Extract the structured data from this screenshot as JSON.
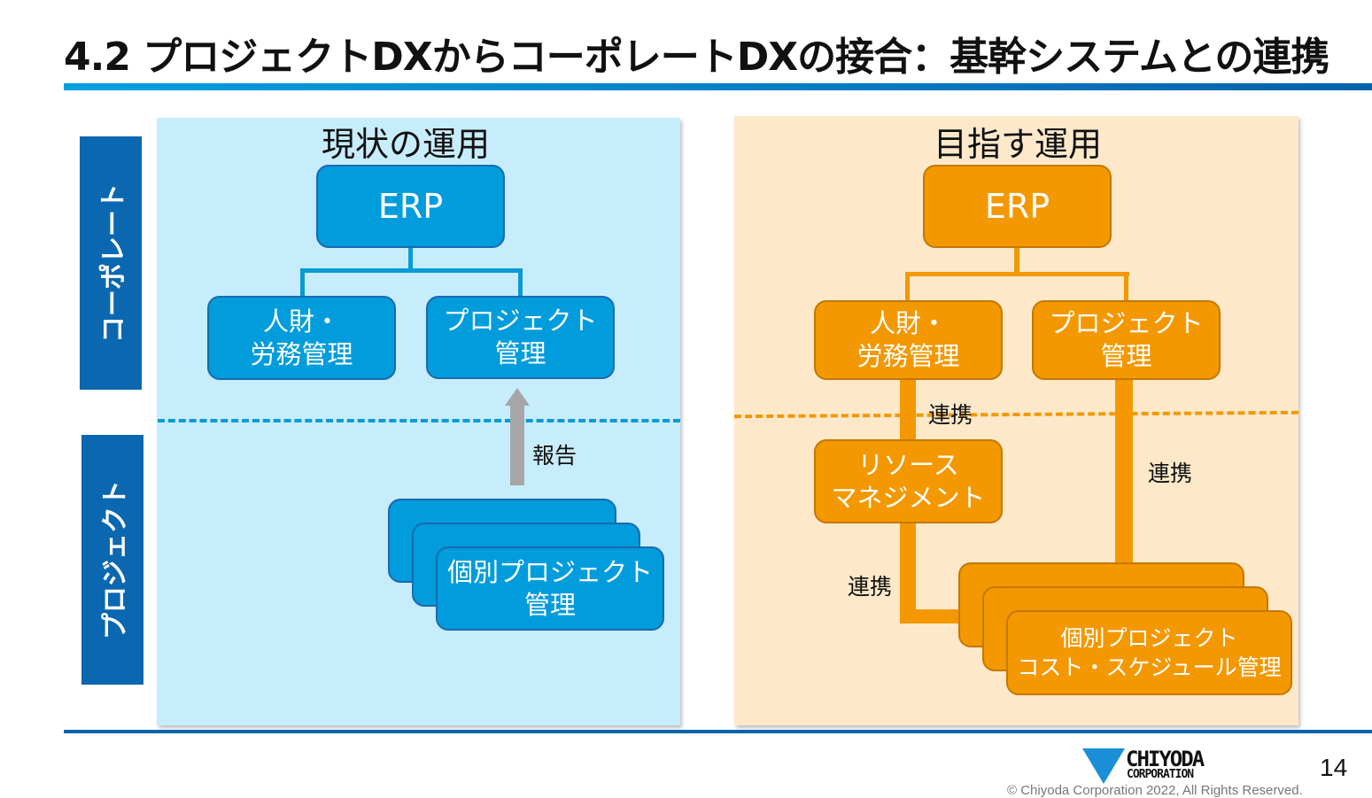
{
  "title": "4.2 プロジェクトDXからコーポレートDXの接合：基幹システムとの連携",
  "side_labels": {
    "corporate": "コーポレート",
    "project": "プロジェクト"
  },
  "current": {
    "title": "現状の運用",
    "erp": "ERP",
    "hr": "人財・\n労務管理",
    "pm": "プロジェクト\n管理",
    "report": "報告",
    "individual": "個別プロジェクト\n管理"
  },
  "target": {
    "title": "目指す運用",
    "erp": "ERP",
    "hr": "人財・\n労務管理",
    "pm": "プロジェクト\n管理",
    "resource": "リソース\nマネジメント",
    "individual": "個別プロジェクト\nコスト・スケジュール管理",
    "link": "連携"
  },
  "footer": {
    "logo_name": "CHIYODA",
    "logo_sub": "CORPORATION",
    "copyright": "© Chiyoda Corporation 2022, All Rights Reserved.",
    "page": "14"
  },
  "colors": {
    "blue": "#009cdc",
    "orange": "#f39800",
    "corporate_label": "#0b67b0"
  }
}
